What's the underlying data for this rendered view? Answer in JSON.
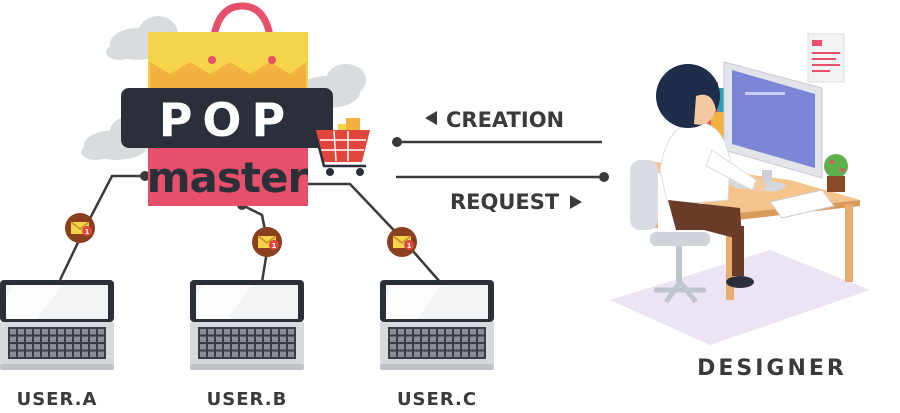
{
  "logo": {
    "top_word": "POP",
    "bottom_word": "master"
  },
  "arrows": {
    "creation_label": "CREATION",
    "request_label": "REQUEST"
  },
  "designer": {
    "label": "DESIGNER"
  },
  "users": [
    {
      "label": "USER.A",
      "badge": "1"
    },
    {
      "label": "USER.B",
      "badge": "1"
    },
    {
      "label": "USER.C",
      "badge": "1"
    }
  ],
  "colors": {
    "bag_yellow": "#f6d44a",
    "bag_pink": "#e84f6a",
    "logo_dark": "#2b2f3a",
    "line_dark": "#3a3a3a",
    "monitor_blue": "#7c86d6",
    "desk_wood": "#f5c48a",
    "floor_lilac": "#ece3f3",
    "cart_red": "#e2453c",
    "envelope_brown": "#8a3f1e"
  },
  "icons": [
    "cloud-icon",
    "shopping-cart-icon",
    "envelope-icon",
    "laptop-icon",
    "plant-icon",
    "monitor-icon",
    "chair-icon"
  ]
}
